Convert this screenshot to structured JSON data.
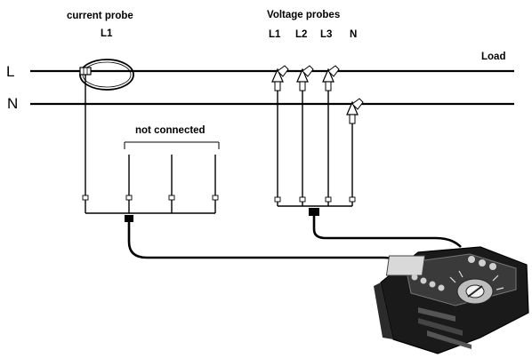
{
  "labels": {
    "current_probe_title": "current probe",
    "current_probe_phase": "L1",
    "voltage_probes_title": "Voltage probes",
    "voltage_probe_phases": [
      "L1",
      "L2",
      "L3",
      "N"
    ],
    "load": "Load",
    "not_connected": "not connected",
    "line_L": "L",
    "line_N": "N"
  }
}
